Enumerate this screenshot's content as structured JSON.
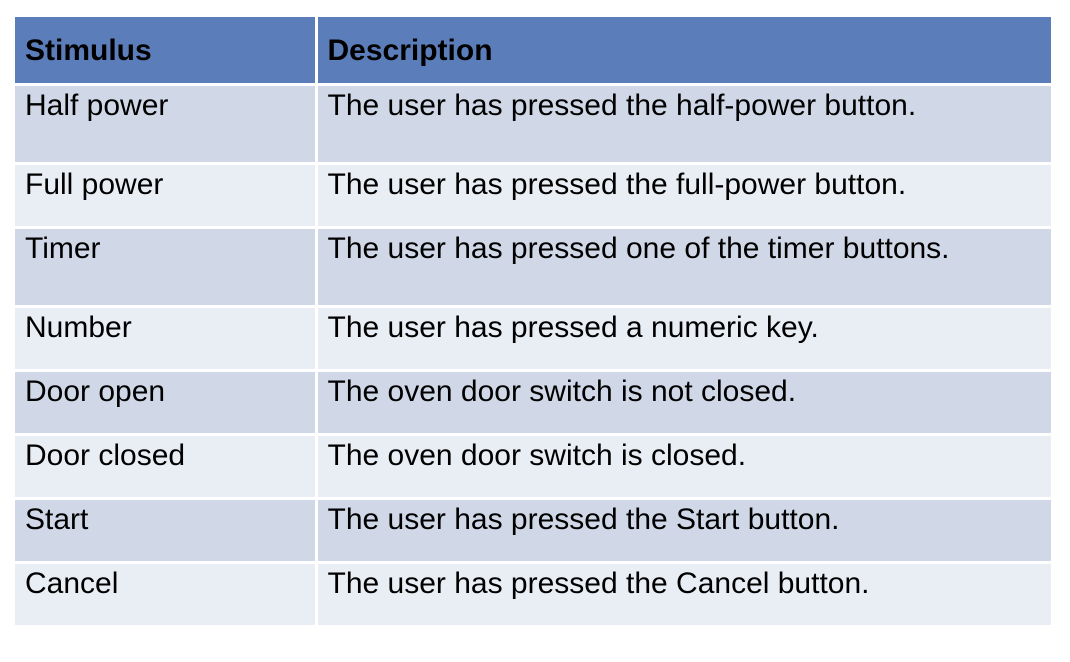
{
  "table": {
    "headers": [
      "Stimulus",
      "Description"
    ],
    "rows": [
      {
        "stimulus": "Half power",
        "description": "The user has pressed the half-power button."
      },
      {
        "stimulus": "Full power",
        "description": "The user has pressed the full-power button."
      },
      {
        "stimulus": "Timer",
        "description": "The user has pressed one of the timer buttons."
      },
      {
        "stimulus": "Number",
        "description": "The user has pressed a numeric key."
      },
      {
        "stimulus": "Door open",
        "description": "The oven door switch is not closed."
      },
      {
        "stimulus": "Door closed",
        "description": "The oven door switch is closed."
      },
      {
        "stimulus": "Start",
        "description": "The user has pressed the Start button."
      },
      {
        "stimulus": "Cancel",
        "description": "The user has pressed the Cancel button."
      }
    ]
  },
  "colors": {
    "header_bg": "#5b7dba",
    "row_dark": "#d0d8e7",
    "row_light": "#e9edf4"
  }
}
